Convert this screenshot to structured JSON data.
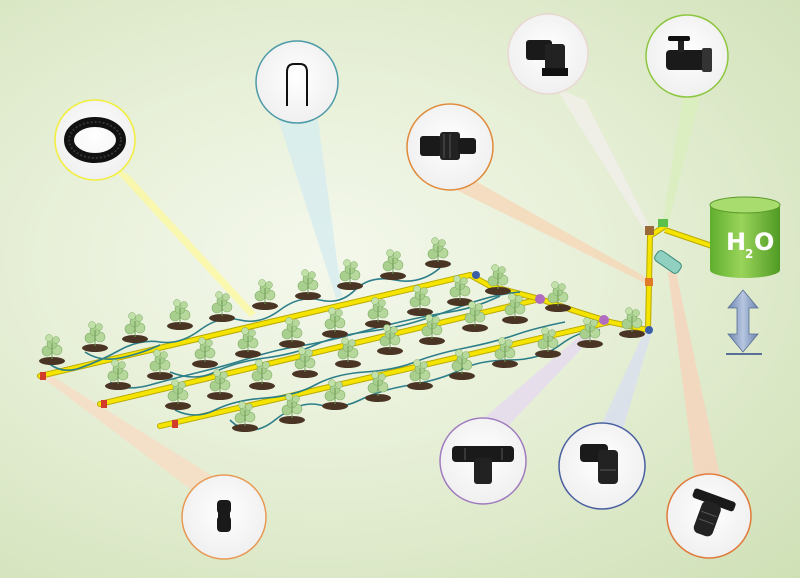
{
  "tank": {
    "label": "H",
    "subscript": "2",
    "suffix": "O",
    "color": "#7dc242"
  },
  "colors": {
    "main_pipe": "#f5e400",
    "drip_hose": "#2c7e88",
    "soil": "#4a3525",
    "plant": "#a9cf8f",
    "height_arrow": "#8aa0c4"
  },
  "callouts": [
    {
      "id": "black-tube-coil",
      "icon": "coiled-black-tube-icon",
      "border": "#f2ee3a"
    },
    {
      "id": "hose-holder-stake",
      "icon": "wire-stake-icon",
      "border": "#4d9aa8"
    },
    {
      "id": "tube-connector",
      "icon": "tube-connector-icon",
      "border": "#e08a3a"
    },
    {
      "id": "elbow-adapter",
      "icon": "elbow-adapter-icon",
      "border": "#e8d8d0"
    },
    {
      "id": "ball-valve",
      "icon": "ball-valve-icon",
      "border": "#8cc63e"
    },
    {
      "id": "end-plug",
      "icon": "figure-eight-end-plug-icon",
      "border": "#e89a55"
    },
    {
      "id": "tee-connector",
      "icon": "tee-connector-icon",
      "border": "#a07cc0"
    },
    {
      "id": "elbow-connector",
      "icon": "elbow-connector-icon",
      "border": "#4a5fa0"
    },
    {
      "id": "disc-filter",
      "icon": "disc-filter-icon",
      "border": "#e07a3a"
    }
  ]
}
